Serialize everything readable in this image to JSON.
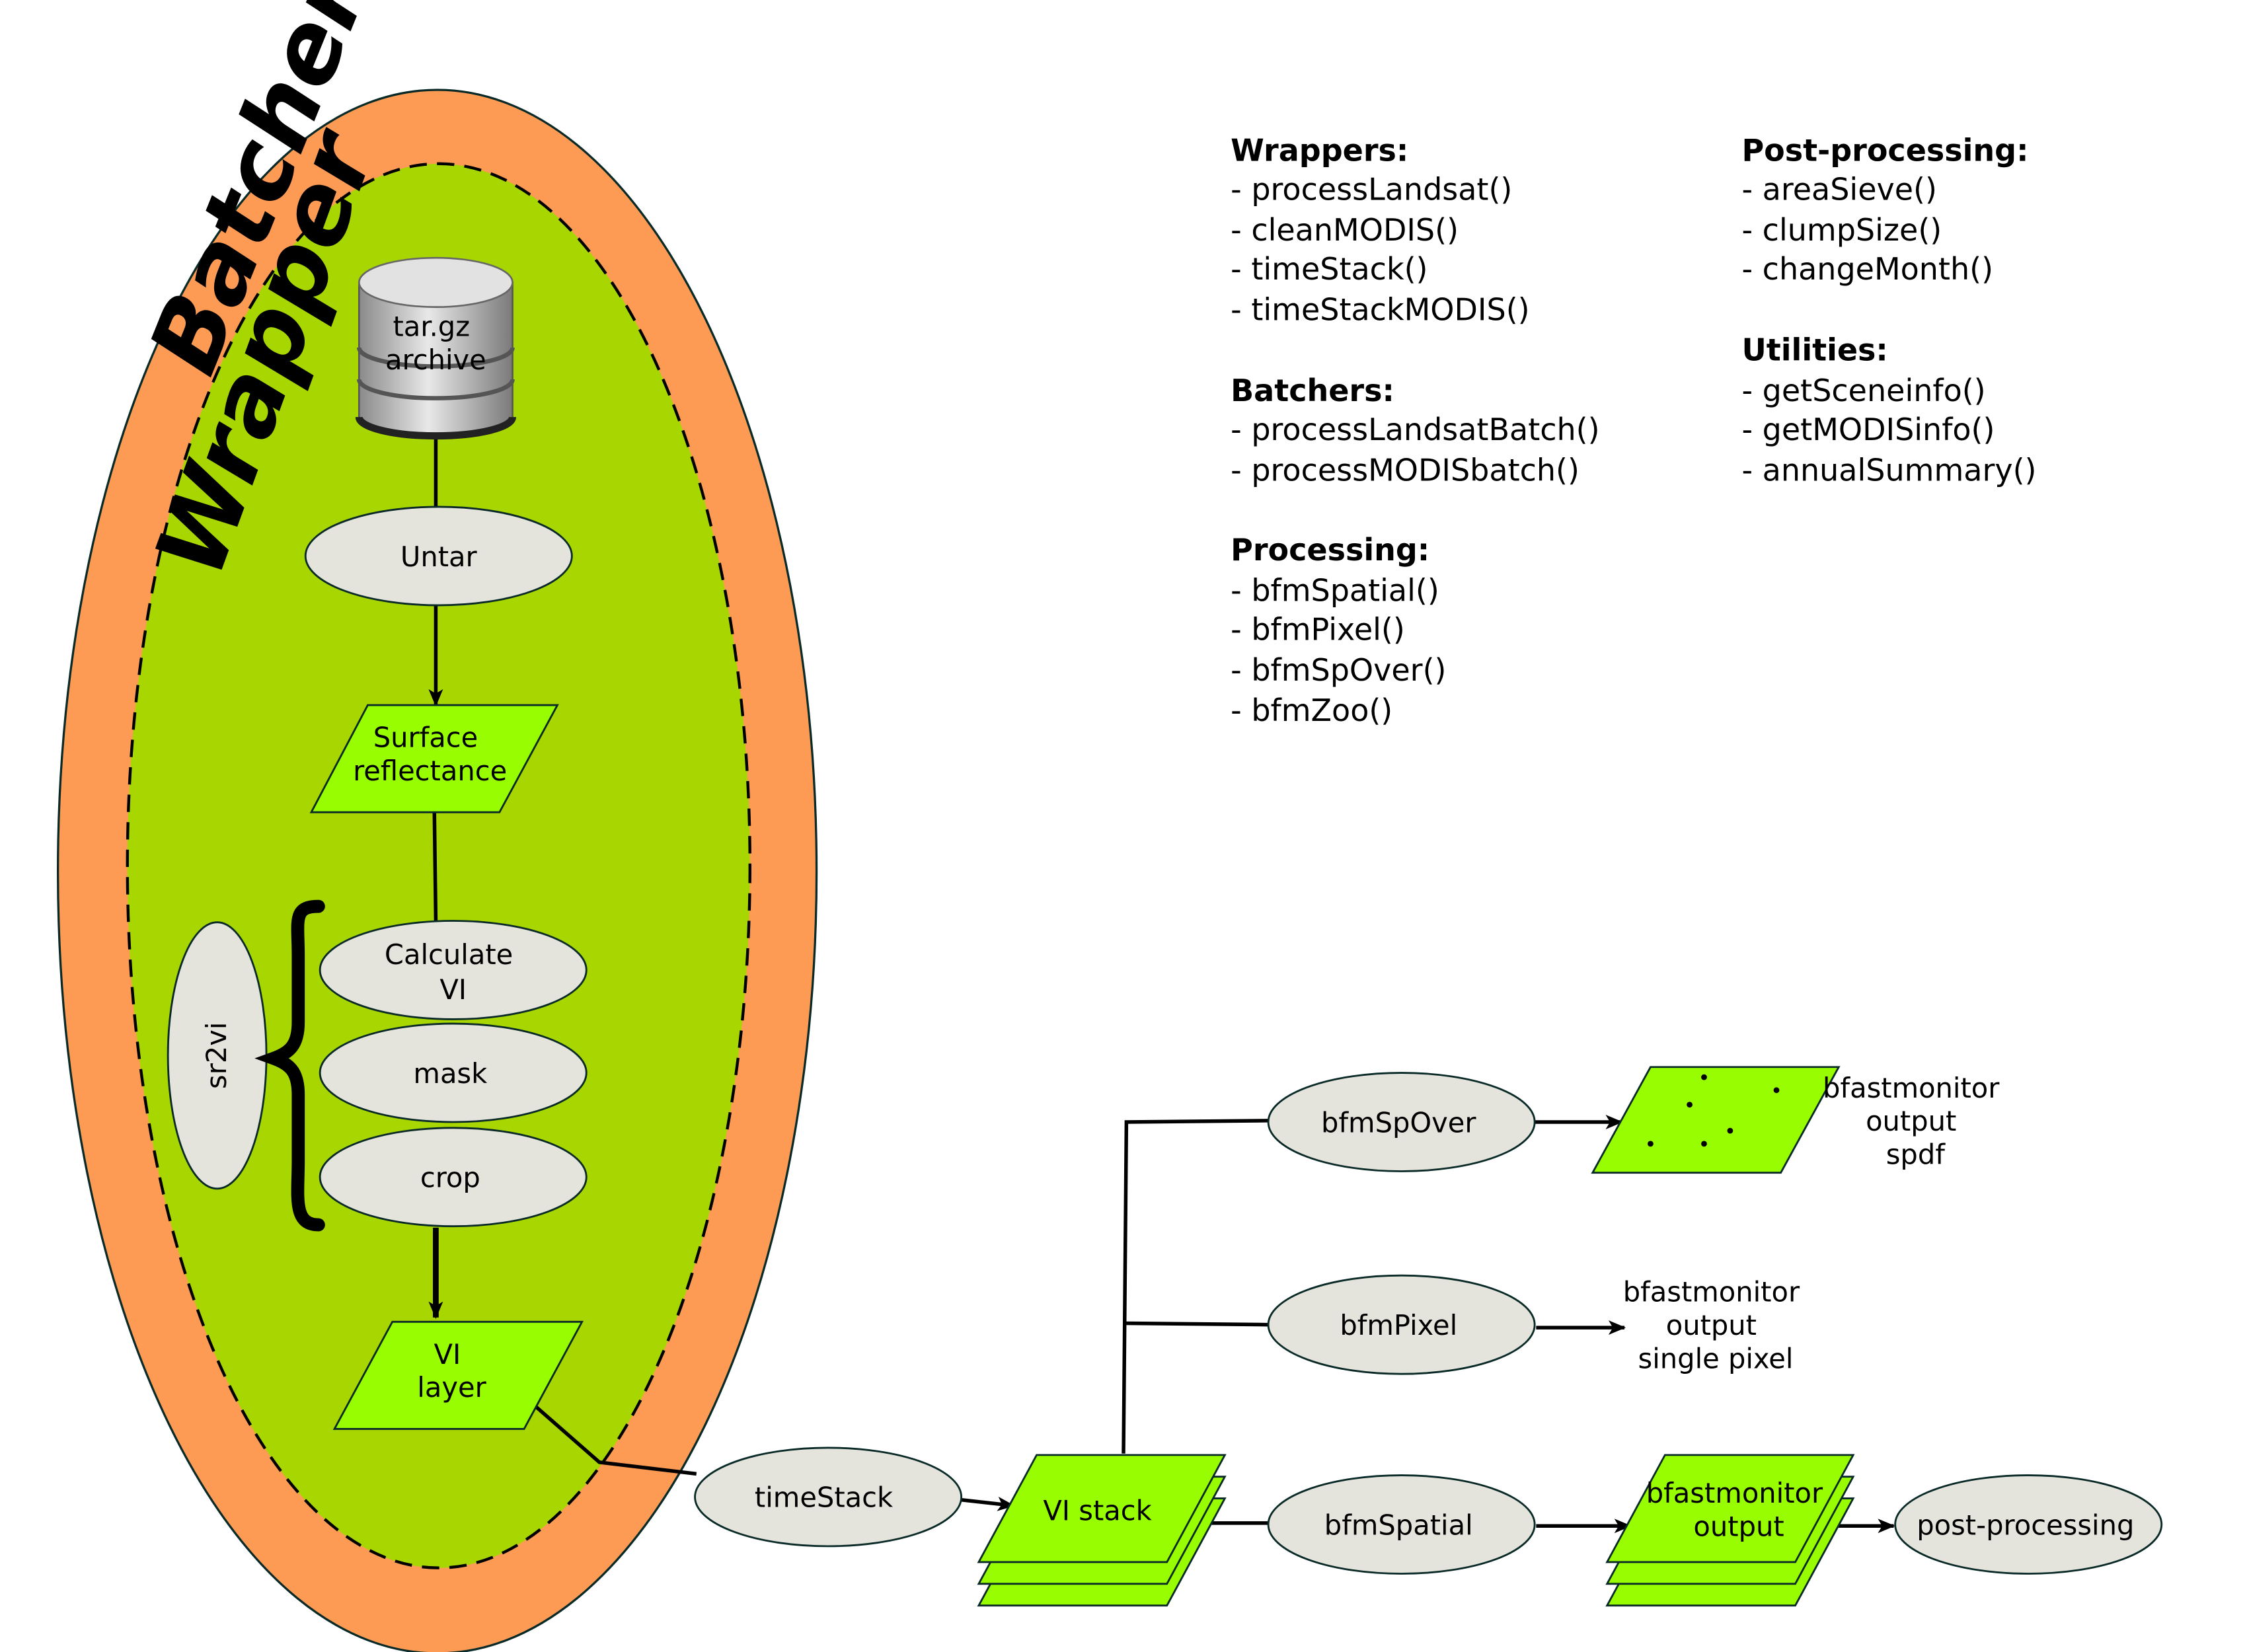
{
  "colors": {
    "batcher": "#fd9b55",
    "wrapper": "#a8d600",
    "node_grey": "#e4e4dc",
    "data_green": "#97fd00",
    "outline": "#0a2a28"
  },
  "containers": {
    "batcher": "Batcher",
    "wrapper": "Wrapper"
  },
  "nodes": {
    "archive": [
      "tar.gz",
      "archive"
    ],
    "untar": "Untar",
    "surface_reflectance": [
      "Surface",
      "reflectance"
    ],
    "calculate_vi": [
      "Calculate",
      "VI"
    ],
    "mask": "mask",
    "crop": "crop",
    "sr2vi": "sr2vi",
    "vi_layer": [
      "VI",
      "layer"
    ],
    "timestack": "timeStack",
    "vi_stack": "VI stack",
    "bfmspover": "bfmSpOver",
    "bfmpixel": "bfmPixel",
    "bfmspatial": "bfmSpatial",
    "output_spdf": [
      "bfastmonitor",
      "output",
      "spdf"
    ],
    "output_pixel": [
      "bfastmonitor",
      "output",
      "single pixel"
    ],
    "output_stack": [
      "bfastmonitor",
      "output"
    ],
    "post_processing": "post-processing"
  },
  "function_lists": [
    {
      "heading": "Wrappers:",
      "items": [
        "- processLandsat()",
        "- cleanMODIS()",
        "- timeStack()",
        "- timeStackMODIS()"
      ]
    },
    {
      "heading": "Batchers:",
      "items": [
        "- processLandsatBatch()",
        "- processMODISbatch()"
      ]
    },
    {
      "heading": "Processing:",
      "items": [
        "- bfmSpatial()",
        "- bfmPixel()",
        "- bfmSpOver()",
        "- bfmZoo()"
      ]
    },
    {
      "heading": "Post-processing:",
      "items": [
        "- areaSieve()",
        "- clumpSize()",
        "- changeMonth()"
      ]
    },
    {
      "heading": "Utilities:",
      "items": [
        "- getSceneinfo()",
        "- getMODISinfo()",
        "- annualSummary()"
      ]
    }
  ],
  "icons": {
    "database": "database-icon",
    "brace": "curly-brace-icon"
  }
}
